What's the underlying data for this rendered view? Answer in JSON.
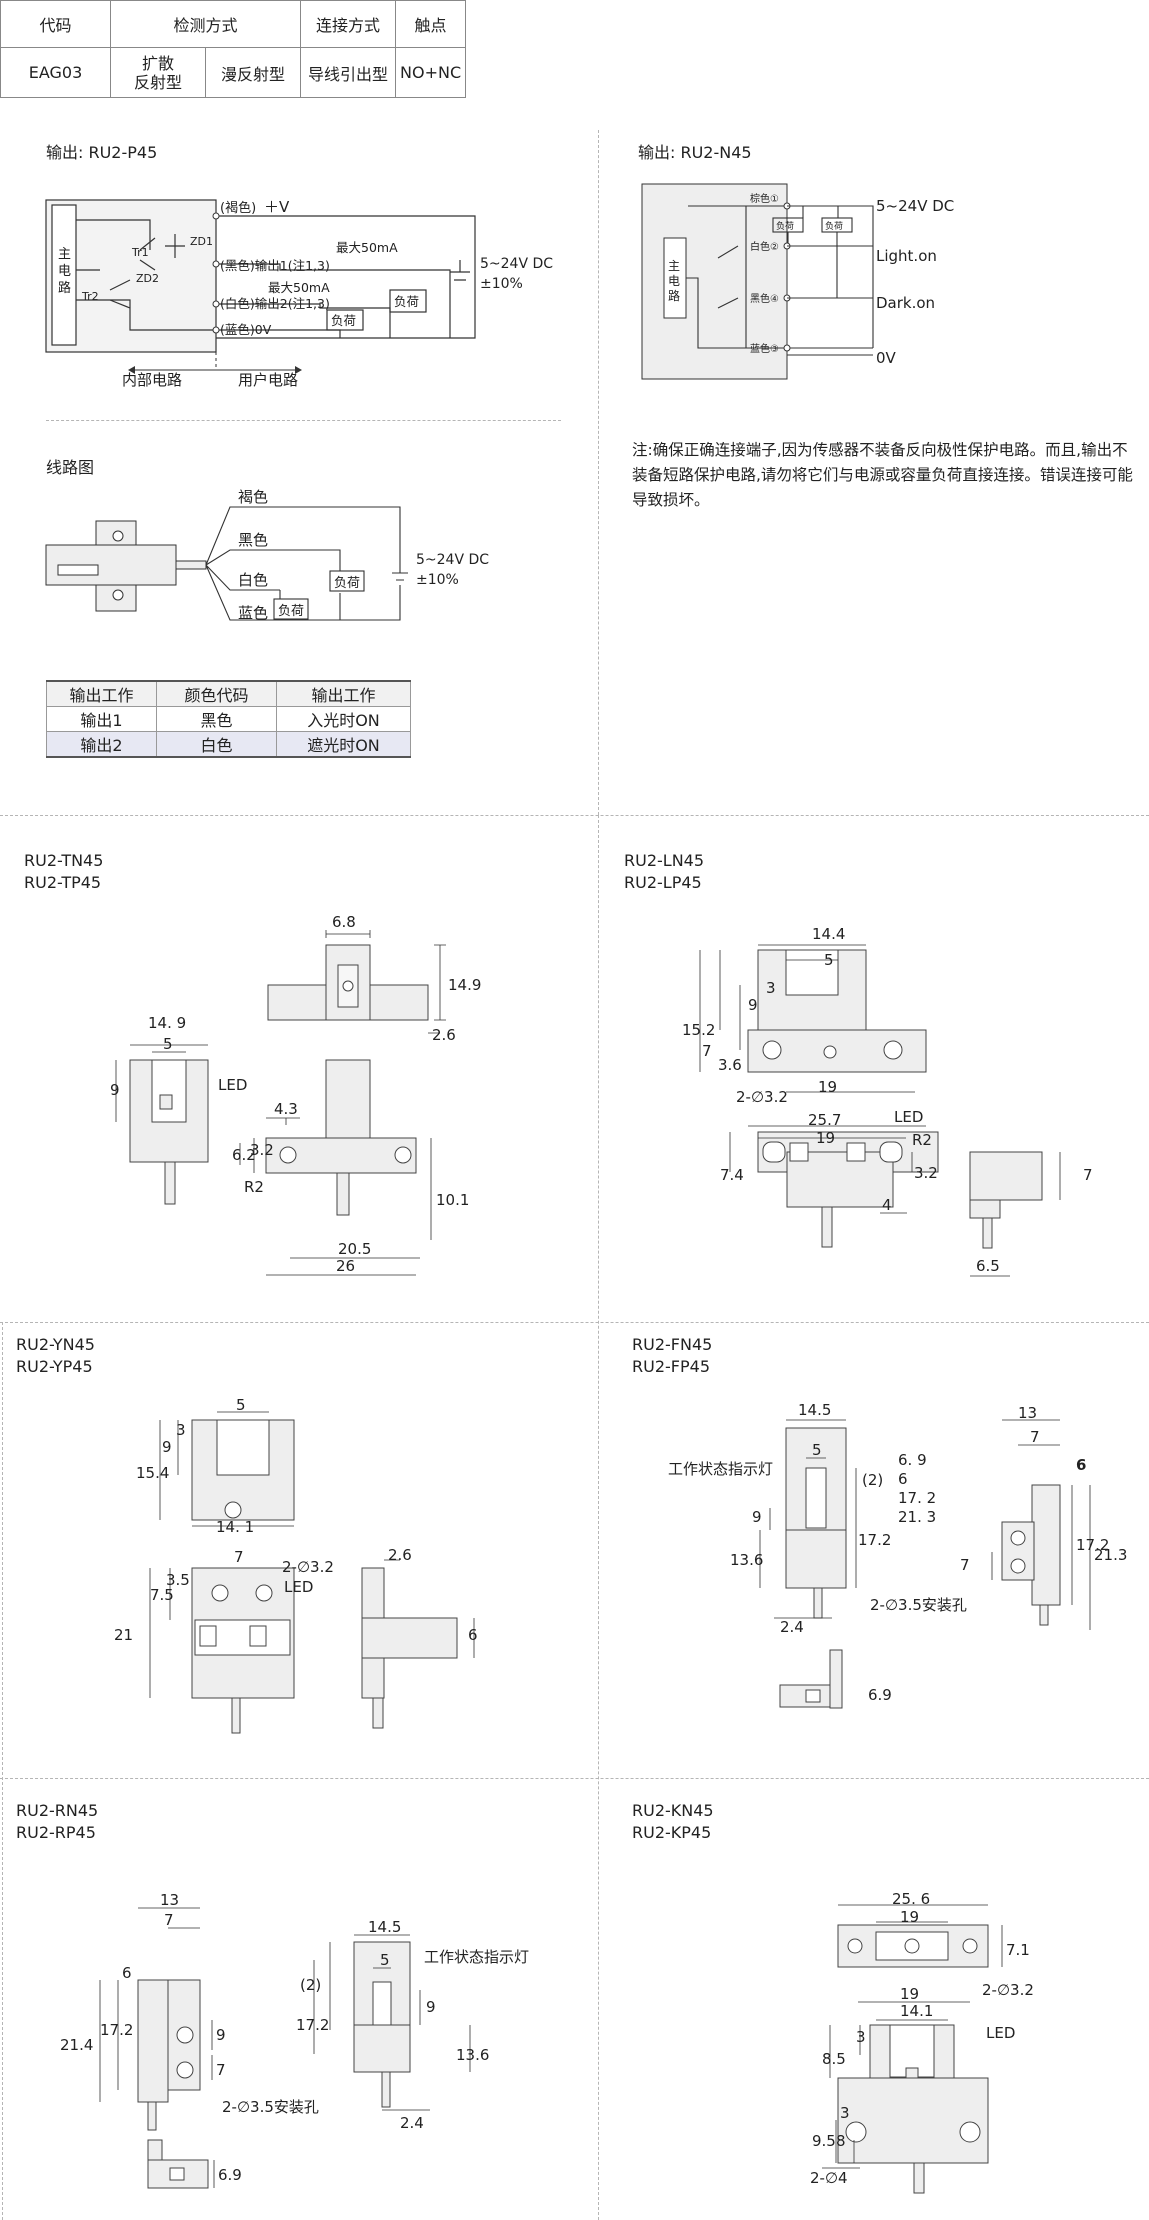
{
  "spec_table": {
    "headers": [
      "代码",
      "检测方式",
      "连接方式",
      "触点"
    ],
    "row": {
      "code": "EAG03",
      "method_a_line1": "扩散",
      "method_a_line2": "反射型",
      "method_b": "漫反射型",
      "connection": "导线引出型",
      "contact": "NO+NC"
    }
  },
  "circuit_p": {
    "title": "输出: RU2-P45",
    "main_circuit": [
      "主",
      "电",
      "路"
    ],
    "brown": "(褐色)",
    "plus_v": "＋V",
    "black_out": "(黑色)输出1(注1,3)",
    "white_out": "(白色)输出2(注1,3)",
    "blue_0v": "(蓝色)0V",
    "max1": "最大50mA",
    "max2": "最大50mA",
    "load": "负荷",
    "supply": "5~24V DC",
    "tol": "±10%",
    "tr1": "Tr1",
    "tr2": "Tr2",
    "zd1": "ZD1",
    "zd2": "ZD2",
    "inner": "内部电路",
    "user": "用户电路"
  },
  "circuit_n": {
    "title": "输出: RU2-N45",
    "main_circuit": [
      "主",
      "电",
      "路"
    ],
    "brown": "棕色①",
    "white": "白色②",
    "black": "黑色④",
    "blue": "蓝色③",
    "load": "负荷",
    "supply": "5~24V DC",
    "light_on": "Light.on",
    "dark_on": "Dark.on",
    "zero_v": "0V"
  },
  "note": "注:确保正确连接端子,因为传感器不装备反向极性保护电路。而且,输出不装备短路保护电路,请勿将它们与电源或容量负荷直接连接。错误连接可能导致损坏。",
  "wiring": {
    "title": "线路图",
    "brown": "褐色",
    "black": "黑色",
    "white": "白色",
    "blue": "蓝色",
    "load": "负荷",
    "supply": "5~24V DC",
    "tol": "±10%"
  },
  "output_table": {
    "headers": [
      "输出工作",
      "颜色代码",
      "输出工作"
    ],
    "rows": [
      [
        "输出1",
        "黑色",
        "入光时ON"
      ],
      [
        "输出2",
        "白色",
        "遮光时ON"
      ]
    ]
  },
  "drawings": {
    "tn": {
      "model1": "RU2-TN45",
      "model2": "RU2-TP45"
    },
    "ln": {
      "model1": "RU2-LN45",
      "model2": "RU2-LP45"
    },
    "yn": {
      "model1": "RU2-YN45",
      "model2": "RU2-YP45"
    },
    "fn": {
      "model1": "RU2-FN45",
      "model2": "RU2-FP45"
    },
    "rn": {
      "model1": "RU2-RN45",
      "model2": "RU2-RP45"
    },
    "kn": {
      "model1": "RU2-KN45",
      "model2": "RU2-KP45"
    }
  },
  "dims": {
    "tn": [
      "6.8",
      "14.9",
      "2.6",
      "14. 9",
      "5",
      "9",
      "LED",
      "4.3",
      "6.2",
      "3.2",
      "R2",
      "10.1",
      "20.5",
      "26"
    ],
    "ln": [
      "14.4",
      "5",
      "3",
      "9",
      "15.2",
      "7",
      "3.6",
      "2-∅3.2",
      "19",
      "LED",
      "25.7",
      "19",
      "R2",
      "7.4",
      "3.2",
      "4",
      "7",
      "6.5"
    ],
    "yn": [
      "5",
      "3",
      "9",
      "15.4",
      "14. 1",
      "7",
      "2-∅3.2",
      "2.6",
      "LED",
      "7.5",
      "3.5",
      "21",
      "6"
    ],
    "fn": [
      "14.5",
      "5",
      "工作状态指示灯",
      "(2)",
      "6. 9",
      "6",
      "17. 2",
      "21. 3",
      "9",
      "13.6",
      "17.2",
      "2.4",
      "13",
      "7",
      "6",
      "7",
      "17.2",
      "21.3",
      "2-∅3.5安装孔",
      "6.9"
    ],
    "rn": [
      "13",
      "7",
      "6",
      "21.4",
      "17.2",
      "9",
      "7",
      "2-∅3.5安装孔",
      "6.9",
      "14.5",
      "5",
      "工作状态指示灯",
      "(2)",
      "17.2",
      "9",
      "13.6",
      "2.4"
    ],
    "kn": [
      "25. 6",
      "19",
      "7.1",
      "2-∅3.2",
      "19",
      "14.1",
      "3",
      "8.5",
      "LED",
      "3",
      "8",
      "9.5",
      "2-∅4"
    ]
  },
  "colors": {
    "accent_row": "#e7e8f3",
    "line": "#333333",
    "part_fill": "#eeeeee",
    "divider": "#b5b5b5"
  }
}
